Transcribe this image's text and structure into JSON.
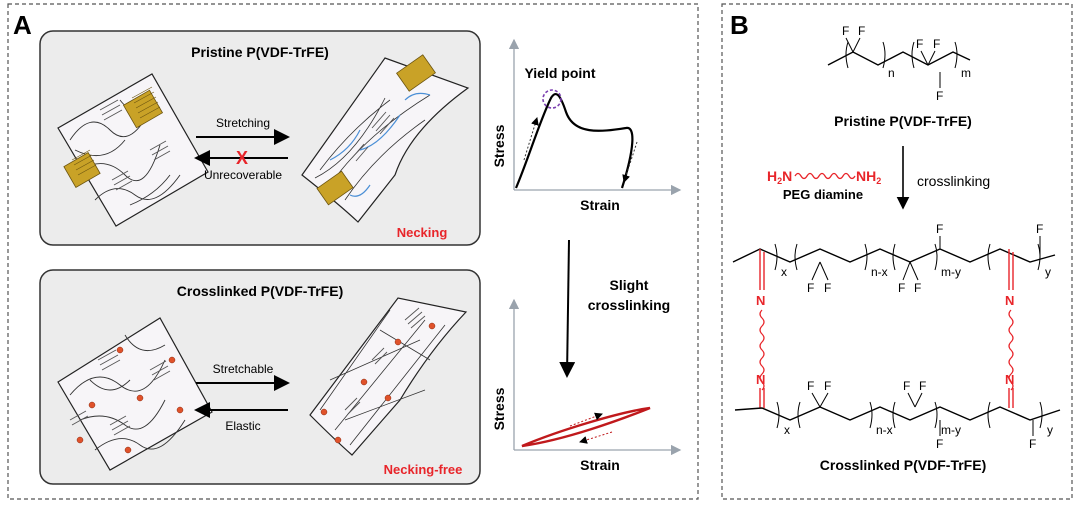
{
  "panelA": {
    "letter": "A",
    "pristine": {
      "title": "Pristine P(VDF-TrFE)",
      "forward_label": "Stretching",
      "backward_label": "Unrecoverable",
      "cross_mark": "X",
      "result_label": "Necking"
    },
    "crosslinked": {
      "title": "Crosslinked P(VDF-TrFE)",
      "forward_label": "Stretchable",
      "backward_label": "Elastic",
      "result_label": "Necking-free"
    },
    "top_plot": {
      "ylabel": "Stress",
      "xlabel": "Strain",
      "annotation": "Yield point"
    },
    "transition": {
      "line1": "Slight",
      "line2": "crosslinking"
    },
    "bottom_plot": {
      "ylabel": "Stress",
      "xlabel": "Strain"
    }
  },
  "panelB": {
    "letter": "B",
    "pristine_name": "Pristine P(VDF-TrFE)",
    "reagent_left": "H",
    "reagent_sub": "2",
    "reagent_N": "N",
    "reagent_right": "NH",
    "reagent_name": "PEG diamine",
    "step_label": "crosslinking",
    "crosslinked_name": "Crosslinked P(VDF-TrFE)",
    "atoms": {
      "F": "F",
      "N": "N"
    },
    "subscripts": {
      "n": "n",
      "m": "m",
      "x": "x",
      "nx": "n-x",
      "my": "m-y",
      "y": "y"
    }
  },
  "colors": {
    "accent_red": "#e8252a",
    "gold": "#c9a227",
    "blue_line": "#4b8fd6",
    "panel_fill": "#ececec",
    "curve_red": "#c0191c",
    "node": "#e0522b"
  }
}
